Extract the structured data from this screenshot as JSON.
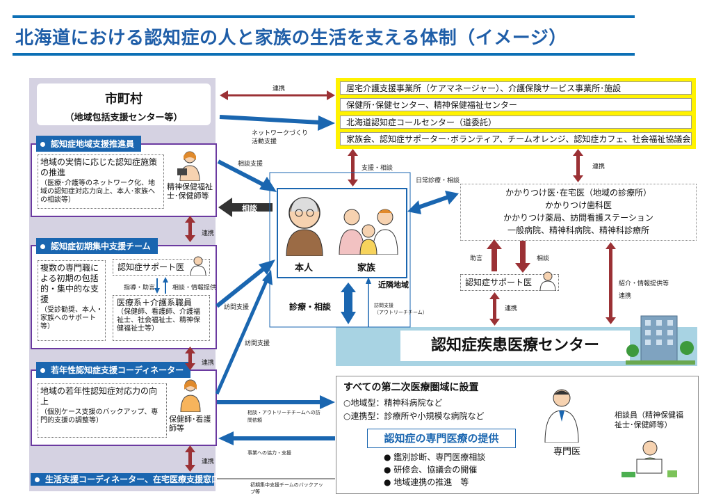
{
  "title": "北海道における認知症の人と家族の生活を支える体制（イメージ）",
  "municipality": {
    "name": "市町村",
    "sub": "（地域包括支援センター等）"
  },
  "sec1": {
    "header": "認知症地域支援推進員",
    "body_main": "地域の実情に応じた認知症施策の推進",
    "body_sub": "（医療･介護等のネットワーク化、地域の認知症対応力向上、本人･家族への相談等）",
    "role": "精神保健福祉士･保健師等"
  },
  "sec2": {
    "header": "認知症初期集中支援チーム",
    "body_main": "複数の専門職による初期の包括的・集中的な支援",
    "body_sub": "（受診勧奨、本人・家族へのサポート等）",
    "support_doctor": "認知症サポート医",
    "arrow_left": "指導・助言",
    "arrow_right": "相談・情報提供",
    "staff_main": "医療系＋介護系職員",
    "staff_sub": "（保健師、看護師、介護福祉士、社会福祉士、精神保健福祉士等）"
  },
  "sec3": {
    "header": "若年性認知症支援コーディネーター",
    "body_main": "地域の若年性認知症対応力の向上",
    "body_sub": "（個別ケース支援のバックアップ、専門的支援の調整等）",
    "role": "保健師･看護師等"
  },
  "sec4": {
    "header": "生活支援コーディネーター、在宅医療支援窓口等"
  },
  "link_label": "連携",
  "partners": [
    "居宅介護支援事業所（ケアマネージャー）、介護保険サービス事業所･施設",
    "保健所･保健センター、精神保健福祉センター",
    "北海道認知症コールセンター（道委託）",
    "家族会、認知症サポーター･ボランティア、チームオレンジ、認知症カフェ、社会福祉協議会"
  ],
  "labels": {
    "network_top": "ネットワークづくり",
    "network_bottom": "活動支援",
    "consult_support": "相談支援",
    "consult": "相談",
    "visit1": "訪問支援",
    "visit2": "訪問支援",
    "support_consult": "支援・相談",
    "daily_care": "日常診療・相談",
    "diagnosis": "診療・相談",
    "outreach": "訪問支援",
    "outreach_sub": "（アウトリーチチーム）",
    "advice": "助言",
    "consult2": "相談",
    "referral": "紹介・情報提供等",
    "link2": "連携",
    "request": "相談・アウトリーチチームへの訪問依頼",
    "cooperation": "事業への協力・支援",
    "backup": "初期集中支援チームのバックアップ等"
  },
  "center": {
    "person": "本人",
    "family": "家族",
    "neighborhood": "近隣地域"
  },
  "doctors": [
    "かかりつけ医･在宅医（地域の診療所）",
    "かかりつけ歯科医",
    "かかりつけ薬局、訪問看護ステーション",
    "一般病院、精神科病院、精神科診療所"
  ],
  "support_doctor2": "認知症サポート医",
  "hospital": "認知症疾患医療センター",
  "bottom": {
    "heading": "すべての第二次医療圏域に設置",
    "type1": "○地域型：精神科病院など",
    "type2": "○連携型：診療所や小規模な病院など",
    "provision": "認知症の専門医療の提供",
    "items": [
      "鑑別診断、専門医療相談",
      "研修会、協議会の開催",
      "地域連携の推進　等"
    ],
    "specialist": "専門医",
    "counselor": "相談員（精神保健福祉士･保健師等）"
  },
  "colors": {
    "blue": "#1a66b0",
    "purple": "#6b3aa0",
    "dark_red": "#9b3135",
    "yellow": "#fff200",
    "teal": "#a8d3e3"
  }
}
